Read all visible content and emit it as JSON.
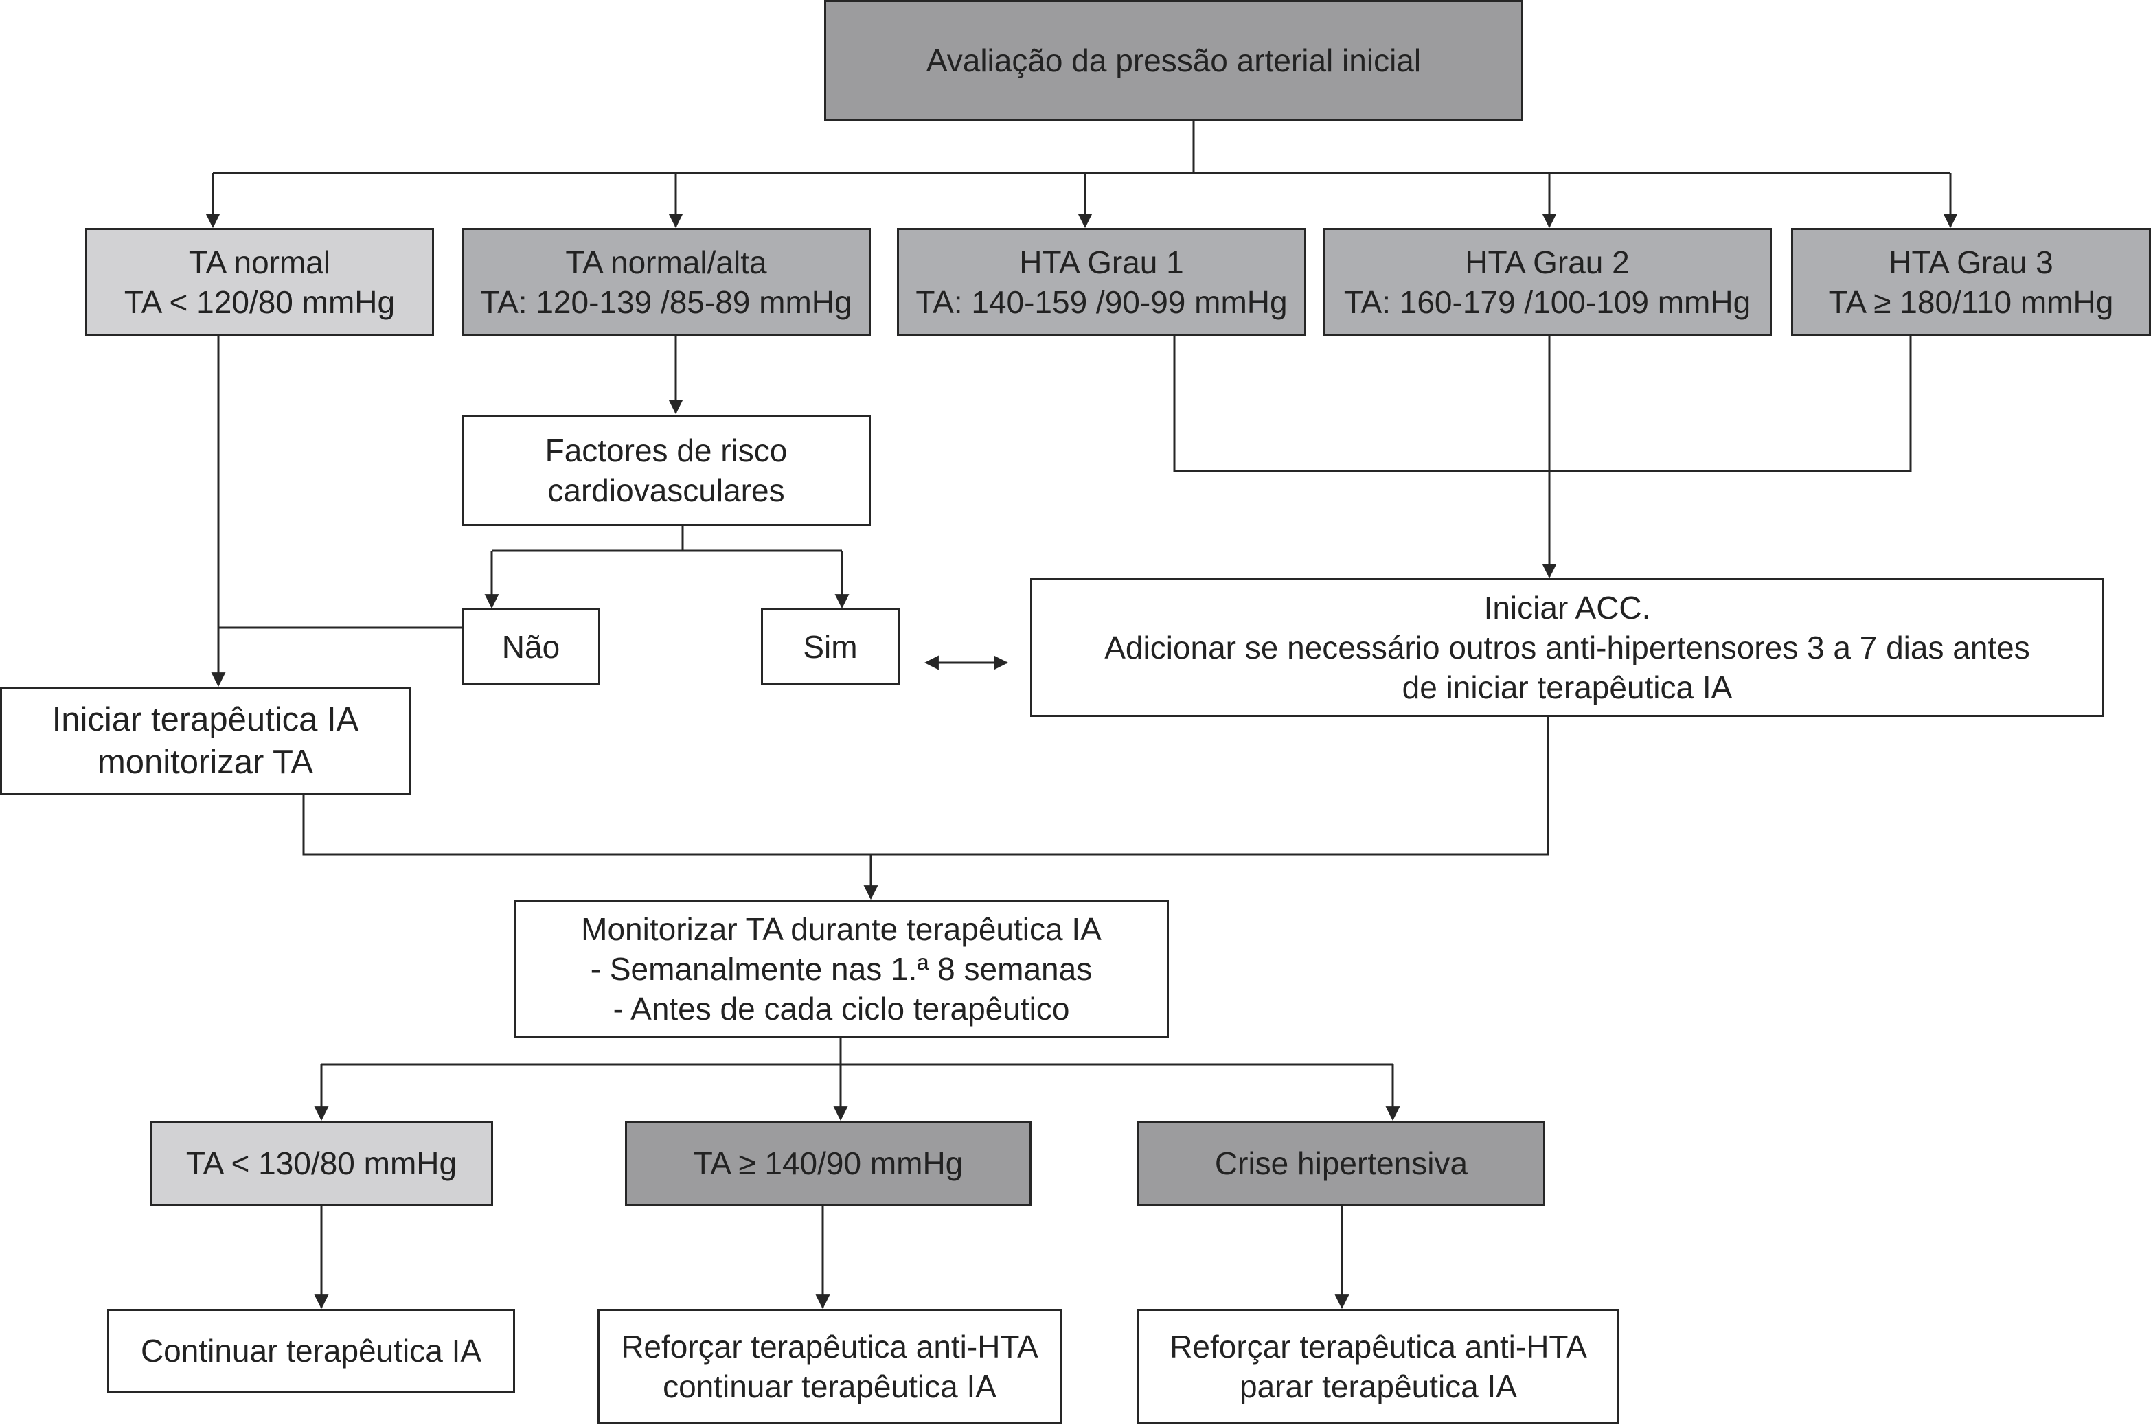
{
  "diagram": {
    "root": "Avaliação da pressão arterial inicial",
    "categories": [
      {
        "name": "TA normal",
        "range": "TA < 120/80 mmHg"
      },
      {
        "name": "TA normal/alta",
        "range": "TA: 120-139 /85-89 mmHg"
      },
      {
        "name": "HTA Grau 1",
        "range": "TA: 140-159 /90-99 mmHg"
      },
      {
        "name": "HTA Grau 2",
        "range": "TA: 160-179 /100-109 mmHg"
      },
      {
        "name": "HTA Grau 3",
        "range": "TA ≥ 180/110 mmHg"
      }
    ],
    "risk_factors": {
      "line1": "Factores de risco",
      "line2": "cardiovasculares"
    },
    "no_label": "Não",
    "yes_label": "Sim",
    "start_acc": {
      "line1": "Iniciar ACC.",
      "line2": "Adicionar se necessário outros anti-hipertensores 3 a 7 dias antes",
      "line3": "de iniciar terapêutica IA"
    },
    "start_ia": {
      "line1": "Iniciar terapêutica IA",
      "line2": "monitorizar TA"
    },
    "monitor": {
      "line1": "Monitorizar TA durante terapêutica IA",
      "line2": "- Semanalmente nas 1.ª 8 semanas",
      "line3": "- Antes de cada ciclo terapêutico"
    },
    "outcomes": [
      {
        "condition": "TA < 130/80 mmHg",
        "action": [
          "Continuar terapêutica IA"
        ]
      },
      {
        "condition": "TA ≥ 140/90 mmHg",
        "action": [
          "Reforçar terapêutica anti-HTA",
          "continuar terapêutica IA"
        ]
      },
      {
        "condition": "Crise hipertensiva",
        "action": [
          "Reforçar terapêutica anti-HTA",
          "parar terapêutica IA"
        ]
      }
    ]
  }
}
